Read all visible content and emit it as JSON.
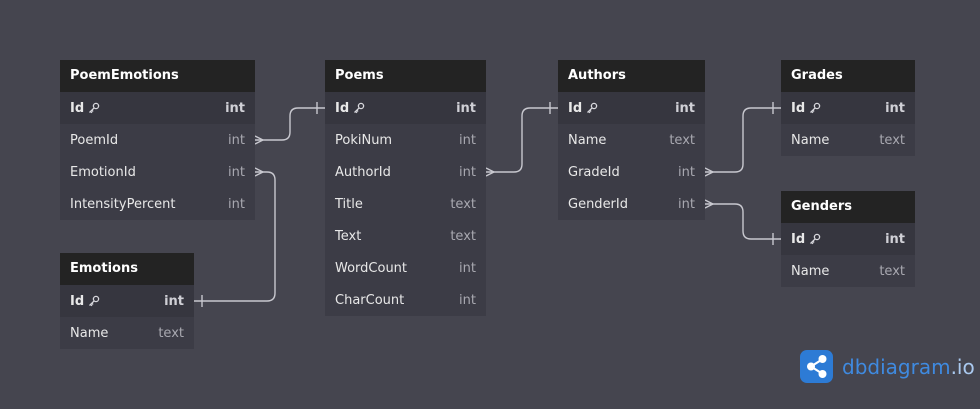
{
  "tables": [
    {
      "id": "poem_emotions",
      "name": "PoemEmotions",
      "columns": [
        {
          "name": "Id",
          "type": "int",
          "pk": true
        },
        {
          "name": "PoemId",
          "type": "int",
          "pk": false
        },
        {
          "name": "EmotionId",
          "type": "int",
          "pk": false
        },
        {
          "name": "IntensityPercent",
          "type": "int",
          "pk": false
        }
      ]
    },
    {
      "id": "emotions",
      "name": "Emotions",
      "columns": [
        {
          "name": "Id",
          "type": "int",
          "pk": true
        },
        {
          "name": "Name",
          "type": "text",
          "pk": false
        }
      ]
    },
    {
      "id": "poems",
      "name": "Poems",
      "columns": [
        {
          "name": "Id",
          "type": "int",
          "pk": true
        },
        {
          "name": "PokiNum",
          "type": "int",
          "pk": false
        },
        {
          "name": "AuthorId",
          "type": "int",
          "pk": false
        },
        {
          "name": "Title",
          "type": "text",
          "pk": false
        },
        {
          "name": "Text",
          "type": "text",
          "pk": false
        },
        {
          "name": "WordCount",
          "type": "int",
          "pk": false
        },
        {
          "name": "CharCount",
          "type": "int",
          "pk": false
        }
      ]
    },
    {
      "id": "authors",
      "name": "Authors",
      "columns": [
        {
          "name": "Id",
          "type": "int",
          "pk": true
        },
        {
          "name": "Name",
          "type": "text",
          "pk": false
        },
        {
          "name": "GradeId",
          "type": "int",
          "pk": false
        },
        {
          "name": "GenderId",
          "type": "int",
          "pk": false
        }
      ]
    },
    {
      "id": "grades",
      "name": "Grades",
      "columns": [
        {
          "name": "Id",
          "type": "int",
          "pk": true
        },
        {
          "name": "Name",
          "type": "text",
          "pk": false
        }
      ]
    },
    {
      "id": "genders",
      "name": "Genders",
      "columns": [
        {
          "name": "Id",
          "type": "int",
          "pk": true
        },
        {
          "name": "Name",
          "type": "text",
          "pk": false
        }
      ]
    }
  ],
  "relations": [
    {
      "from": "PoemEmotions.PoemId",
      "to": "Poems.Id",
      "kind": "many-to-one"
    },
    {
      "from": "PoemEmotions.EmotionId",
      "to": "Emotions.Id",
      "kind": "many-to-one"
    },
    {
      "from": "Poems.AuthorId",
      "to": "Authors.Id",
      "kind": "many-to-one"
    },
    {
      "from": "Authors.GradeId",
      "to": "Grades.Id",
      "kind": "many-to-one"
    },
    {
      "from": "Authors.GenderId",
      "to": "Genders.Id",
      "kind": "many-to-one"
    }
  ],
  "brand": {
    "name": "dbdiagram",
    "tld": ".io"
  },
  "colors": {
    "canvas": "#45454f",
    "table_header": "#232323",
    "table_body": "#3c3c46",
    "connector": "#c8c8cf",
    "brand_blue": "#2d7bd5"
  },
  "icons": {
    "primary_key": "key-icon",
    "brand_logo": "share-nodes-icon"
  }
}
